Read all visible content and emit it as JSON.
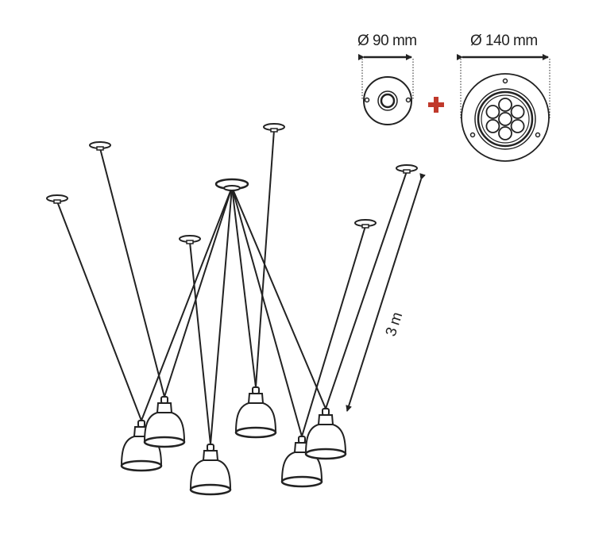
{
  "diagram": {
    "base_small_label": "Ø 90 mm",
    "base_large_label": "Ø 140 mm",
    "cable_length_label": "3 m",
    "plus_symbol": "plus-icon",
    "colors": {
      "line": "#222222",
      "accent": "#c0392b",
      "background": "#ffffff"
    },
    "pendant_count": 6,
    "large_base_light_holes": 7
  }
}
